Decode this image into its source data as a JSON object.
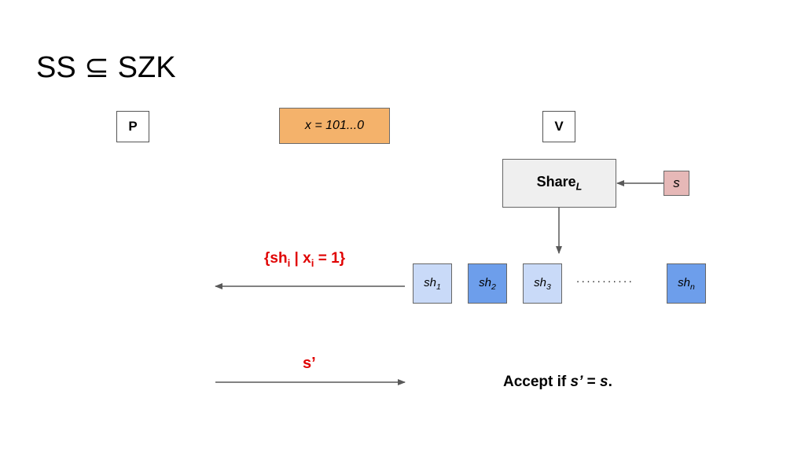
{
  "title": "SS ⊆ SZK",
  "prover_label": "P",
  "verifier_label": "V",
  "input_label": "x = 101...0",
  "share_box": {
    "label": "Share",
    "subscript": "L"
  },
  "secret_label": "s",
  "shares": [
    {
      "base": "sh",
      "sub": "1",
      "style": "light"
    },
    {
      "base": "sh",
      "sub": "2",
      "style": "dark"
    },
    {
      "base": "sh",
      "sub": "3",
      "style": "light"
    },
    {
      "base": "sh",
      "sub": "n",
      "style": "dark"
    }
  ],
  "dots": "...........",
  "message_to_prover": {
    "open": "{sh",
    "sub1": "i",
    "mid": " | x",
    "sub2": "i",
    "close": " = 1}"
  },
  "reply_label": "s’",
  "accept": {
    "prefix": "Accept if ",
    "expr1": "s’",
    "eq": " = ",
    "expr2": "s",
    "end": "."
  },
  "colors": {
    "input_fill": "#f4b26b",
    "secret_fill": "#e6b8b7",
    "share_light": "#c9daf8",
    "share_dark": "#6d9eeb",
    "message_text": "#e00000"
  }
}
